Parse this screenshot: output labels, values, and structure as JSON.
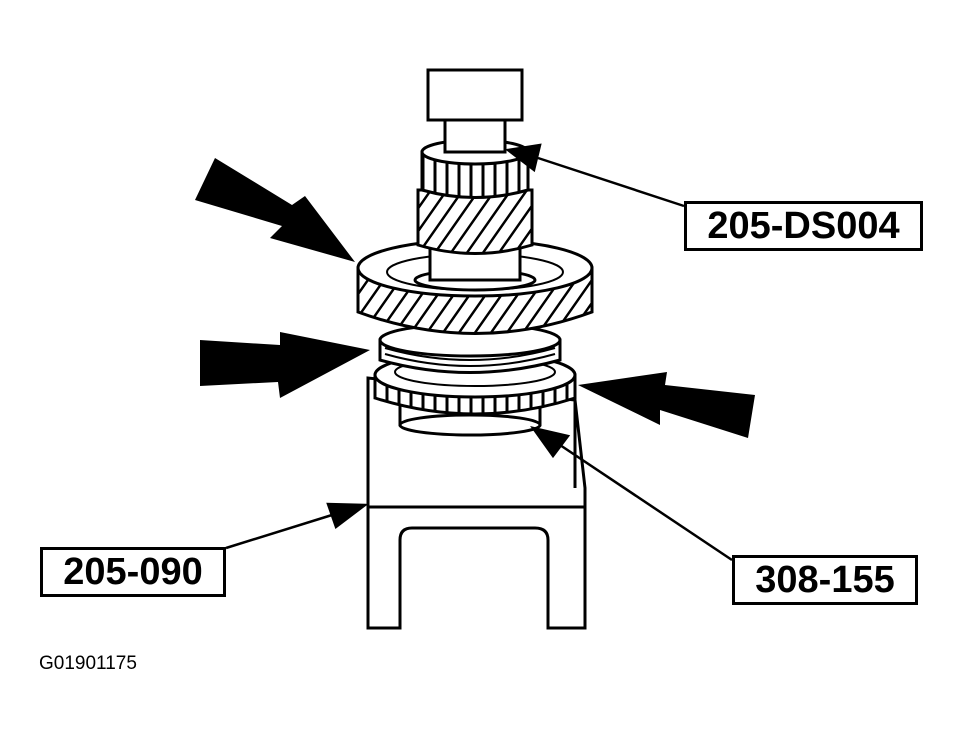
{
  "callouts": {
    "tool_top": "205-DS004",
    "tool_left": "205-090",
    "tool_right": "308-155"
  },
  "figure_id": "G01901175",
  "colors": {
    "ink": "#000000",
    "paper": "#ffffff"
  }
}
